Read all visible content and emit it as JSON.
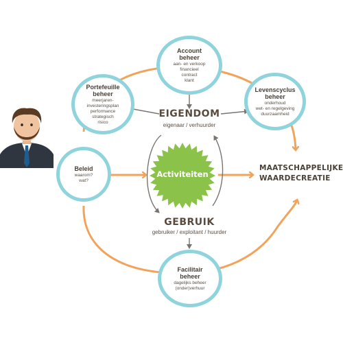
{
  "colors": {
    "orange": "#f2a35a",
    "teal": "#8fd3dc",
    "green": "#8bc34a",
    "text": "#4a4036",
    "grey": "#7a7470"
  },
  "nodes": {
    "account": {
      "title": [
        "Account",
        "beheer"
      ],
      "lines": [
        "aan- en verkoop",
        "financieel",
        "contract",
        "klant"
      ]
    },
    "portefeuille": {
      "title": [
        "Portefeuille",
        "beheer"
      ],
      "lines": [
        "meerjaren-",
        "investeringsplan",
        "performance",
        "strategisch",
        "risico"
      ]
    },
    "levenscyclus": {
      "title": [
        "Levenscyclus",
        "beheer"
      ],
      "lines": [
        "onderhoud",
        "wet- en regelgeving",
        "duurzaamheid"
      ]
    },
    "beleid": {
      "title": [
        "Beleid"
      ],
      "lines": [
        "waarom?",
        "wat?"
      ]
    },
    "facilitair": {
      "title": [
        "Facilitair",
        "beheer"
      ],
      "lines": [
        "dagelijks beheer",
        "(onder)verhuur"
      ]
    }
  },
  "center": {
    "eigendom_title": "EIGENDOM",
    "eigendom_sub": "eigenaar / verhuurder",
    "activiteiten": "Activiteiten",
    "gebruik_title": "GEBRUIK",
    "gebruik_sub": "gebruiker / exploitant / huurder"
  },
  "outcome": {
    "line1": "MAATSCHAPPELIJKE",
    "line2": "WAARDECREATIE"
  },
  "icons": {
    "person": "businessman-avatar-icon",
    "starburst": "green-starburst-icon"
  }
}
